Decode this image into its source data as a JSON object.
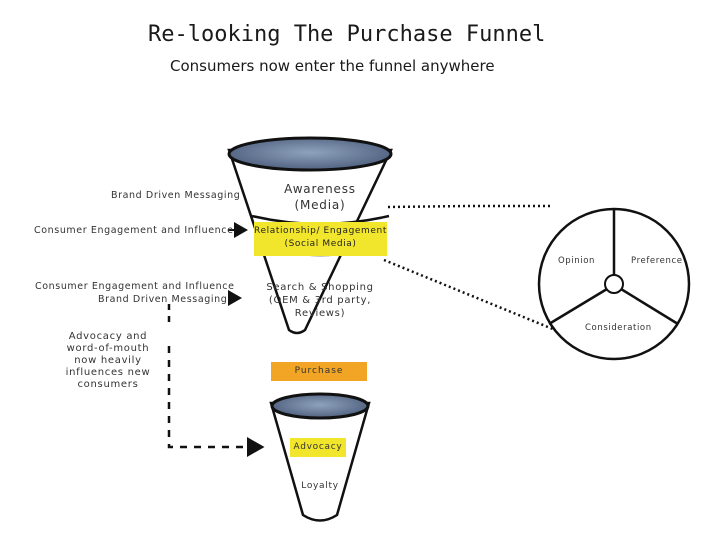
{
  "header": {
    "title": "Re-looking The Purchase Funnel",
    "subtitle": "Consumers now enter the funnel anywhere"
  },
  "funnel": {
    "awareness_line1": "Awareness",
    "awareness_line2": "(Media)",
    "relationship_line1": "Relationship/ Engagement",
    "relationship_line2": "(Social Media)",
    "search_line1": "Search & Shopping",
    "search_line2": "(OEM & 3rd party,",
    "search_line3": "Reviews)",
    "purchase": "Purchase",
    "advocacy": "Advocacy",
    "loyalty": "Loyalty"
  },
  "left_labels": {
    "brand_messaging_1": "Brand Driven Messaging",
    "consumer_engagement_1": "Consumer Engagement and Influence",
    "consumer_engagement_2": "Consumer Engagement and Influence",
    "brand_messaging_2": "Brand Driven Messaging",
    "advocacy_line1": "Advocacy and",
    "advocacy_line2": "word-of-mouth",
    "advocacy_line3": "now heavily",
    "advocacy_line4": "influences new",
    "advocacy_line5": "consumers"
  },
  "wheel": {
    "opinion": "Opinion",
    "preference": "Preference",
    "consideration": "Consideration"
  },
  "colors": {
    "yellow": "#f2e62c",
    "orange": "#f2a524",
    "funnel_top": "#5a6f8f"
  }
}
